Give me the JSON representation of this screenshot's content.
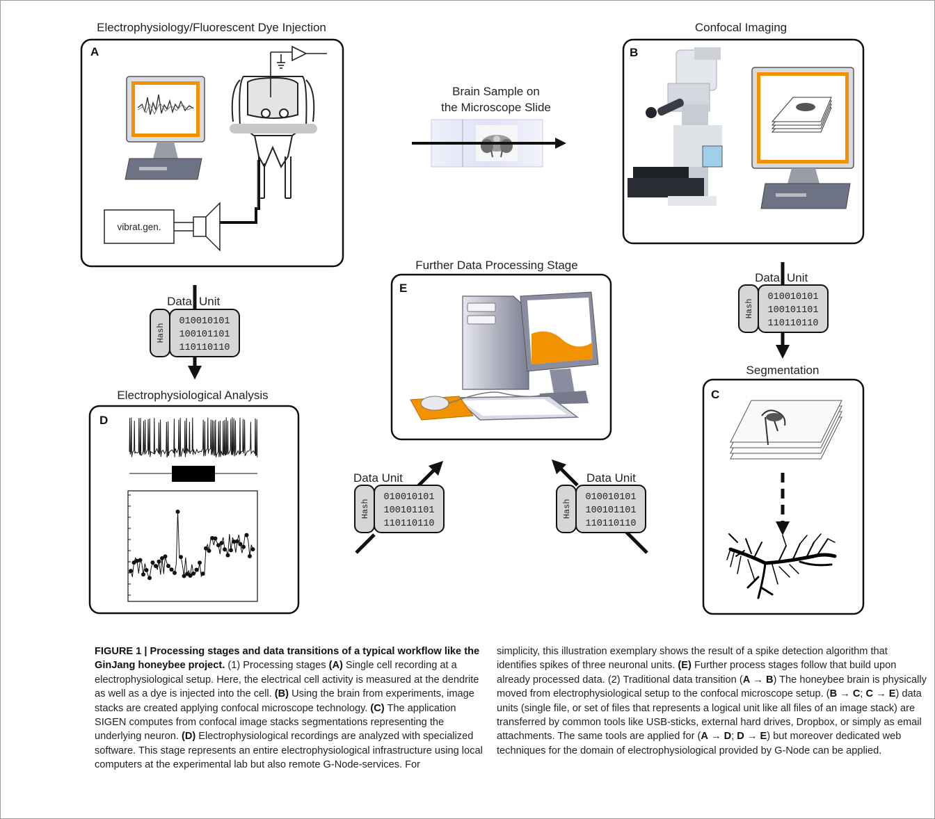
{
  "figure": {
    "stages": {
      "a": {
        "title": "Electrophysiology/Fluorescent Dye Injection",
        "letter": "A",
        "device_label": "vibrat.gen."
      },
      "b": {
        "title": "Confocal Imaging",
        "letter": "B"
      },
      "c": {
        "title": "Segmentation",
        "letter": "C"
      },
      "d": {
        "title": "Electrophysiological Analysis",
        "letter": "D"
      },
      "e": {
        "title": "Further Data Processing Stage",
        "letter": "E"
      }
    },
    "brain_sample": {
      "line1": "Brain Sample on",
      "line2": "the Microscope Slide"
    },
    "data_unit": {
      "label_left": "Data",
      "label_right": "Unit",
      "label_full": "Data Unit",
      "hash": "Hash",
      "bits": [
        "010010101",
        "100101101",
        "110110110"
      ]
    },
    "colors": {
      "accent_orange": "#f39200",
      "panel_stroke": "#111111",
      "unit_fill": "#d6d6d6"
    }
  },
  "caption": {
    "label": "FIGURE 1 | Processing stages and data transitions of a typical workflow like the GinJang honeybee project.",
    "left": [
      {
        "t": "(1) Processing stages "
      },
      {
        "b": "(A)"
      },
      {
        "t": " Single cell recording at a electrophysiological setup. Here, the electrical cell activity is measured at the dendrite as well as a dye is injected into the cell. "
      },
      {
        "b": "(B)"
      },
      {
        "t": " Using the brain from experiments, image stacks are created applying confocal microscope technology. "
      },
      {
        "b": "(C)"
      },
      {
        "t": " The application SIGEN computes from confocal image stacks segmentations representing the underlying neuron. "
      },
      {
        "b": "(D)"
      },
      {
        "t": " Electrophysiological recordings are analyzed with specialized software. This stage represents an entire electrophysiological infrastructure using local computers at the experimental lab but also remote G-Node-services. For"
      }
    ],
    "right": [
      {
        "t": "simplicity, this illustration exemplary shows the result of a spike detection algorithm that identifies spikes of three neuronal units. "
      },
      {
        "b": "(E)"
      },
      {
        "t": " Further process stages follow that build upon already processed data. (2) Traditional data transition ("
      },
      {
        "b": "A"
      },
      {
        "t": " → "
      },
      {
        "b": "B"
      },
      {
        "t": ") The honeybee brain is physically moved from electrophysiological setup to the confocal microscope setup. ("
      },
      {
        "b": "B"
      },
      {
        "t": " → "
      },
      {
        "b": "C"
      },
      {
        "t": "; "
      },
      {
        "b": "C"
      },
      {
        "t": " → "
      },
      {
        "b": "E"
      },
      {
        "t": ") data units (single file, or set of files that represents a logical unit like all files of an image stack) are transferred by common tools like USB-sticks, external hard drives, Dropbox, or simply as email attachments. The same tools are applied for ("
      },
      {
        "b": "A"
      },
      {
        "t": " → "
      },
      {
        "b": "D"
      },
      {
        "t": "; "
      },
      {
        "b": "D"
      },
      {
        "t": " → "
      },
      {
        "b": "E"
      },
      {
        "t": ") but moreover dedicated web techniques for the domain of electrophysiological provided by G-Node can be applied."
      }
    ]
  }
}
